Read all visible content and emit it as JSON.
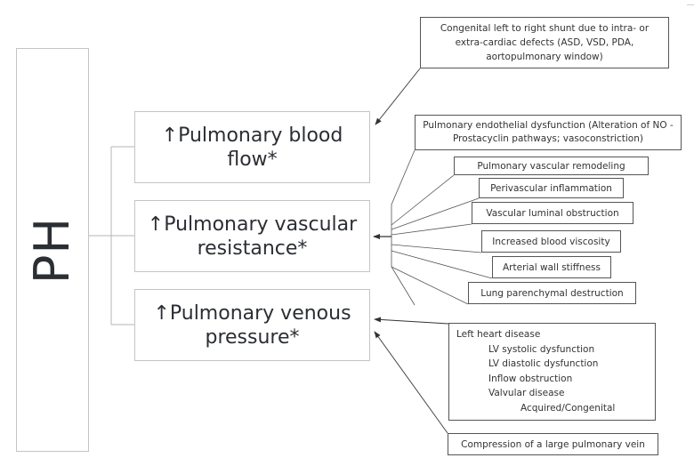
{
  "diagram": {
    "root": {
      "label": "PH"
    },
    "arrow_icon": "↑",
    "main_nodes": [
      {
        "arrow": "↑",
        "text": "Pulmonary blood flow*"
      },
      {
        "arrow": "↑",
        "text": "Pulmonary vascular resistance*"
      },
      {
        "arrow": "↑",
        "text": "Pulmonary venous pressure*"
      }
    ],
    "blood_flow_causes": [
      {
        "text": "Congenital left to right shunt due to intra- or extra-cardiac defects (ASD, VSD, PDA, aortopulmonary window)"
      }
    ],
    "vascular_resistance_causes": [
      {
        "text": "Pulmonary endothelial dysfunction (Alteration of NO - Prostacyclin pathways; vasoconstriction)"
      },
      {
        "text": "Pulmonary vascular remodeling"
      },
      {
        "text": "Perivascular inflammation"
      },
      {
        "text": "Vascular luminal obstruction"
      },
      {
        "text": "Increased blood viscosity"
      },
      {
        "text": "Arterial wall stiffness"
      },
      {
        "text": "Lung parenchymal destruction"
      }
    ],
    "venous_pressure_causes": {
      "left_heart_disease": {
        "title": "Left heart disease",
        "items": [
          "LV systolic dysfunction",
          "LV diastolic dysfunction",
          "Inflow obstruction",
          "Valvular disease"
        ],
        "sub_items": [
          "Acquired/Congenital"
        ]
      },
      "compression": {
        "text": "Compression of a large pulmonary vein"
      }
    }
  }
}
